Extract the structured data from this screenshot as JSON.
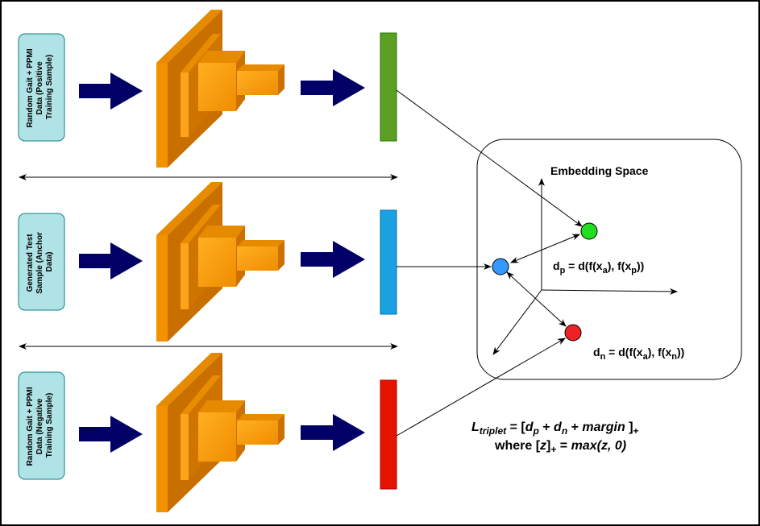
{
  "inputs": [
    {
      "lines": [
        "Random Gait + PPMI",
        "Data (Positive",
        "Training Sample)"
      ]
    },
    {
      "lines": [
        "Generated Test",
        "Sample (Anchor",
        "Data)"
      ]
    },
    {
      "lines": [
        "Random Gait + PPMI",
        "Data (Negative",
        "Training Sample)"
      ]
    }
  ],
  "embedding_space": {
    "title": "Embedding Space",
    "dp_label": {
      "base": "d",
      "sub": "p",
      "eq": " = d(f(x",
      "sub2": "a",
      "mid": "), f(x",
      "sub3": "p",
      "end": "))"
    },
    "dn_label": {
      "base": "d",
      "sub": "n",
      "eq": " = d(f(x",
      "sub2": "a",
      "mid": "), f(x",
      "sub3": "n",
      "end": "))"
    }
  },
  "loss": {
    "line1": {
      "L": "L",
      "L_sub": "triplet",
      "eq": " = [",
      "dp": "d",
      "dp_sub": "p",
      "plus1": " + ",
      "dn": "d",
      "dn_sub": "n",
      "plus2": " + ",
      "margin": "margin",
      "close": " ]",
      "close_sub": "+"
    },
    "line2": {
      "where": "where [",
      "z": "z",
      "close": "]",
      "close_sub": "+",
      "eq": " = ",
      "max": "max(z, 0)"
    }
  },
  "colors": {
    "input_box_fill": "#b0e3e6",
    "input_box_stroke": "#0e8088",
    "cnn_front": "#ff9900",
    "cnn_top": "#e68a00",
    "cnn_side": "#cc7000",
    "arrow_fill": "#000066",
    "embedding_positive": "#5aa025",
    "embedding_anchor": "#1ba1e2",
    "embedding_negative": "#e51400",
    "point_positive": "#22dd22",
    "point_anchor": "#3399ff",
    "point_negative": "#ee2222"
  }
}
